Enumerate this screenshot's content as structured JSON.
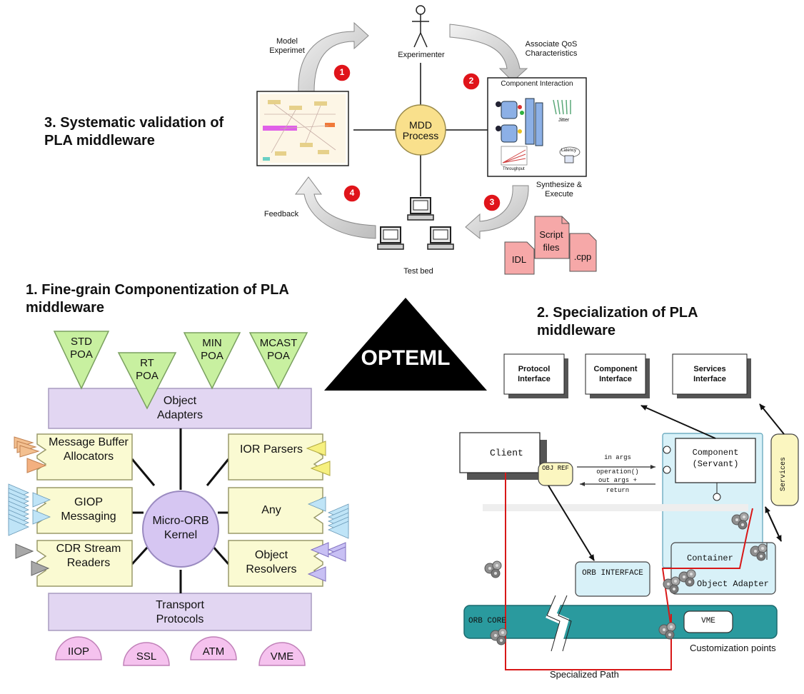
{
  "headings": {
    "validation": "3.  Systematic validation of PLA middleware",
    "componentization": "1.  Fine-grain Componentization of PLA middleware",
    "specialization": "2.  Specialization of PLA middleware",
    "center": "OPTEML"
  },
  "mdd": {
    "center": "MDD Process",
    "experimenter": "Experimenter",
    "model_experiment": "Model Experimet",
    "associate": "Associate QoS Characteristics",
    "synthesize": "Synthesize & Execute",
    "feedback": "Feedback",
    "testbed": "Test bed",
    "steps": [
      "1",
      "2",
      "3",
      "4"
    ],
    "component_interaction": "Component Interaction",
    "jitter": "Jitter",
    "latency": "Latency",
    "throughput": "Throughput",
    "files": [
      "Script files",
      "IDL",
      ".cpp"
    ]
  },
  "orb": {
    "adapters": [
      "STD POA",
      "RT POA",
      "MIN POA",
      "MCAST POA"
    ],
    "object_adapters": "Object Adapters",
    "kernel": "Micro-ORB Kernel",
    "left_boxes": [
      "Message Buffer Allocators",
      "GIOP Messaging",
      "CDR Stream Readers"
    ],
    "right_boxes": [
      "IOR Parsers",
      "Any",
      "Object Resolvers"
    ],
    "transport": "Transport Protocols",
    "protocols": [
      "IIOP",
      "SSL",
      "ATM",
      "VME"
    ]
  },
  "spec": {
    "interfaces": [
      "Protocol Interface",
      "Component Interface",
      "Services Interface"
    ],
    "client": "Client",
    "obj_ref": "OBJ REF",
    "in_args": "in args",
    "operation": "operation()",
    "out_args": "out args +",
    "return": "return",
    "component": "Component (Servant)",
    "services": "Services",
    "container": "Container",
    "orb_interface": "ORB INTERFACE",
    "object_adapter": "Object Adapter",
    "orb_core": "ORB CORE",
    "vme": "VME",
    "customization": "Customization points",
    "specialized_path": "Specialized Path"
  },
  "colors": {
    "adapter_green": "#c8f0a0",
    "module_yellow": "#fafad2",
    "lavender": "#e2d6f2",
    "pink": "#f5c2ee",
    "teal": "#2a9a9e",
    "light_blue": "#d8f1f8",
    "mdd_circle": "#f9e08c",
    "step_red": "#e0141a",
    "file_red": "#f6a8a8",
    "path_red": "#d81818"
  }
}
